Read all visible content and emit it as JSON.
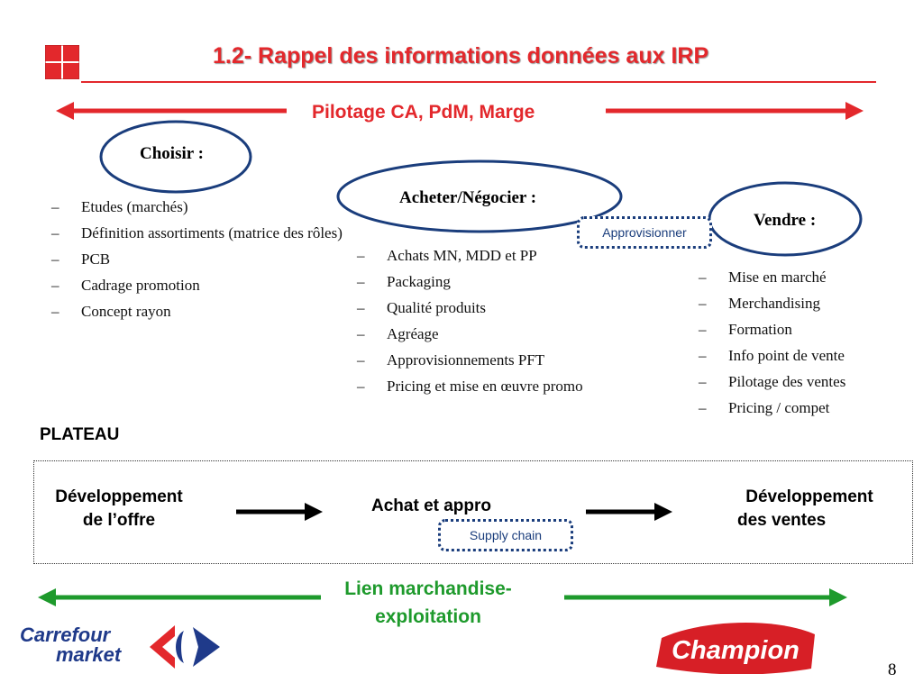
{
  "slide": {
    "title": "1.2- Rappel des informations données aux IRP",
    "banner_label": "Pilotage CA, PdM, Marge",
    "page_number": "8"
  },
  "choisir": {
    "heading": "Choisir :",
    "items": [
      "Etudes (marchés)",
      "Définition assortiments (matrice des rôles)",
      "PCB",
      "Cadrage promotion",
      "Concept rayon"
    ]
  },
  "acheter": {
    "heading": "Acheter/Négocier :",
    "items": [
      "Achats MN, MDD et PP",
      "Packaging",
      "Qualité produits",
      "Agréage",
      "Approvisionnements PFT",
      "Pricing et mise en œuvre promo"
    ]
  },
  "approvisionner": {
    "label": "Approvisionner"
  },
  "vendre": {
    "heading": "Vendre :",
    "items": [
      "Mise en marché",
      "Merchandising",
      "Formation",
      "Info point de vente",
      "Pilotage des ventes",
      "Pricing / compet"
    ]
  },
  "plateau": {
    "label": "PLATEAU",
    "step1": [
      "Développement",
      "de l’offre"
    ],
    "step2": "Achat et appro",
    "step3": [
      "Développement",
      "des ventes"
    ],
    "supply_label": "Supply chain"
  },
  "lien": {
    "label_line1": "Lien marchandise-",
    "label_line2": "exploitation"
  },
  "logos": {
    "carrefour_line1": "Carrefour",
    "carrefour_line2": "market",
    "champion": "Champion",
    "left_icon": "four-square-icon"
  },
  "colors": {
    "red": "#e3282c",
    "navy": "#1a3d7c",
    "green": "#1e9a2c",
    "carrefour_blue": "#1f3a8a",
    "champion_red": "#d71f26"
  }
}
